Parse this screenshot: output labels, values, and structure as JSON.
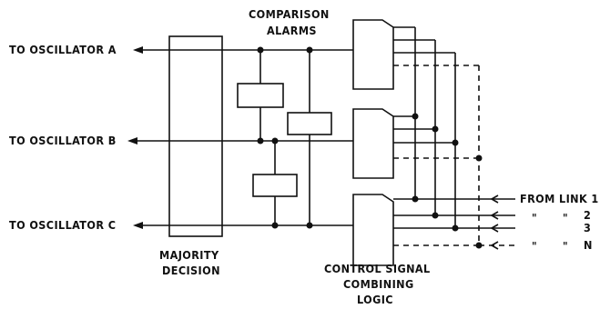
{
  "labels": {
    "osc_a": "TO OSCILLATOR A",
    "osc_b": "TO OSCILLATOR B",
    "osc_c": "TO OSCILLATOR C",
    "comparison_1": "COMPARISON",
    "comparison_2": "ALARMS",
    "majority_1": "MAJORITY",
    "majority_2": "DECISION",
    "control_1": "CONTROL SIGNAL",
    "control_2": "COMBINING",
    "control_3": "LOGIC",
    "from_link": "FROM LINK 1",
    "ditto_2a": "\"",
    "ditto_2b": "\"",
    "num_2": "2",
    "num_3": "3",
    "ditto_na": "\"",
    "ditto_nb": "\"",
    "num_n": "N"
  }
}
